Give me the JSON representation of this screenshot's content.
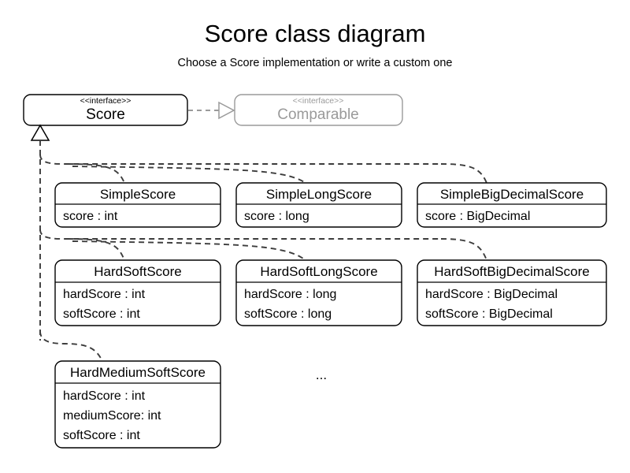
{
  "header": {
    "title": "Score class diagram",
    "subtitle": "Choose a Score implementation or write a custom one"
  },
  "interfaces": [
    {
      "stereotype": "<<interface>>",
      "name": "Score",
      "muted": false
    },
    {
      "stereotype": "<<interface>>",
      "name": "Comparable",
      "muted": true
    }
  ],
  "classes": {
    "row1": [
      {
        "name": "SimpleScore",
        "attributes": [
          "score : int"
        ]
      },
      {
        "name": "SimpleLongScore",
        "attributes": [
          "score : long"
        ]
      },
      {
        "name": "SimpleBigDecimalScore",
        "attributes": [
          "score : BigDecimal"
        ]
      }
    ],
    "row2": [
      {
        "name": "HardSoftScore",
        "attributes": [
          "hardScore : int",
          "softScore : int"
        ]
      },
      {
        "name": "HardSoftLongScore",
        "attributes": [
          "hardScore : long",
          "softScore : long"
        ]
      },
      {
        "name": "HardSoftBigDecimalScore",
        "attributes": [
          "hardScore : BigDecimal",
          "softScore : BigDecimal"
        ]
      }
    ],
    "row3": [
      {
        "name": "HardMediumSoftScore",
        "attributes": [
          "hardScore : int",
          "mediumScore: int",
          "softScore : int"
        ]
      }
    ]
  },
  "ellipsis": "...",
  "colors": {
    "line": "#000000",
    "muted": "#9a9a9a",
    "dashed_link": "#3c3c3c",
    "background": "#ffffff"
  },
  "relationships": {
    "score_implements_comparable": "realization",
    "subclasses_realize_score": "realization"
  }
}
